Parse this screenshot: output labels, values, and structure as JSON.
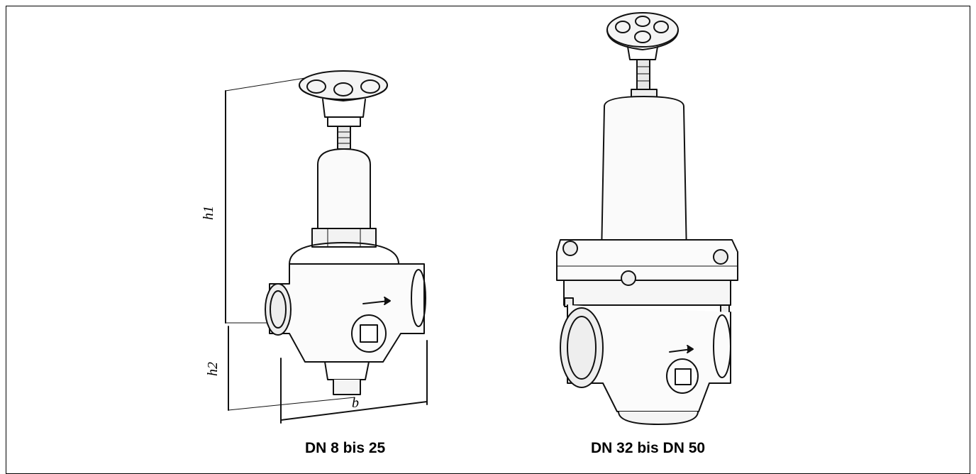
{
  "figure": {
    "left_valve": {
      "caption": "DN 8 bis 25",
      "dimensions": {
        "h1": "h1",
        "h2": "h2",
        "b": "b"
      }
    },
    "right_valve": {
      "caption": "DN 32 bis DN 50"
    }
  }
}
